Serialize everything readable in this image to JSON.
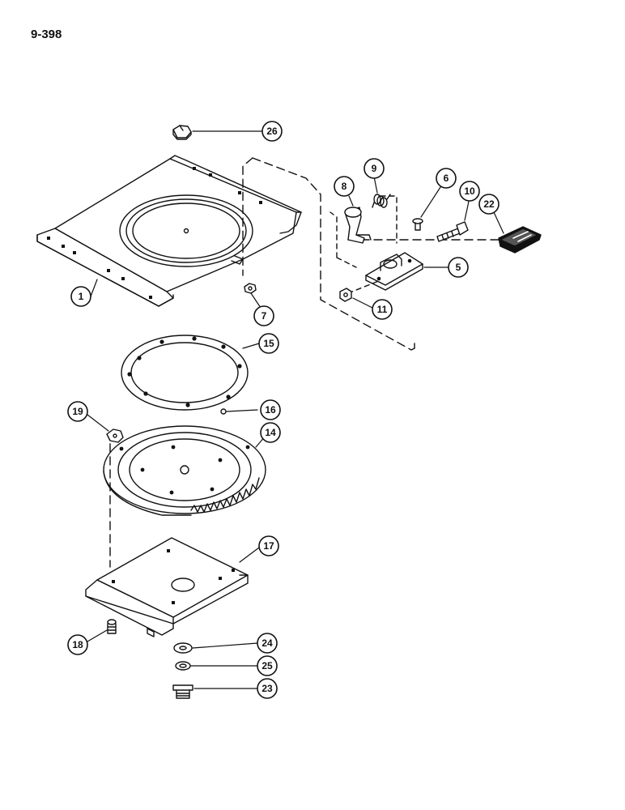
{
  "page": {
    "number": "9-398"
  },
  "colors": {
    "ink": "#111111",
    "background": "#ffffff"
  },
  "callouts": [
    {
      "id": "1",
      "label": "1",
      "part": "seat-mounting-plate"
    },
    {
      "id": "5",
      "label": "5",
      "part": "latch-bracket"
    },
    {
      "id": "6",
      "label": "6",
      "part": "screw"
    },
    {
      "id": "7",
      "label": "7",
      "part": "nut"
    },
    {
      "id": "8",
      "label": "8",
      "part": "latch"
    },
    {
      "id": "9",
      "label": "9",
      "part": "spring"
    },
    {
      "id": "10",
      "label": "10",
      "part": "bolt"
    },
    {
      "id": "11",
      "label": "11",
      "part": "nut"
    },
    {
      "id": "14",
      "label": "14",
      "part": "swivel-gear-plate"
    },
    {
      "id": "15",
      "label": "15",
      "part": "ring"
    },
    {
      "id": "16",
      "label": "16",
      "part": "ball"
    },
    {
      "id": "17",
      "label": "17",
      "part": "base-plate"
    },
    {
      "id": "18",
      "label": "18",
      "part": "bolt"
    },
    {
      "id": "19",
      "label": "19",
      "part": "nut"
    },
    {
      "id": "22",
      "label": "22",
      "part": "knob"
    },
    {
      "id": "23",
      "label": "23",
      "part": "bolt"
    },
    {
      "id": "24",
      "label": "24",
      "part": "washer"
    },
    {
      "id": "25",
      "label": "25",
      "part": "lock-washer"
    },
    {
      "id": "26",
      "label": "26",
      "part": "nut"
    }
  ]
}
